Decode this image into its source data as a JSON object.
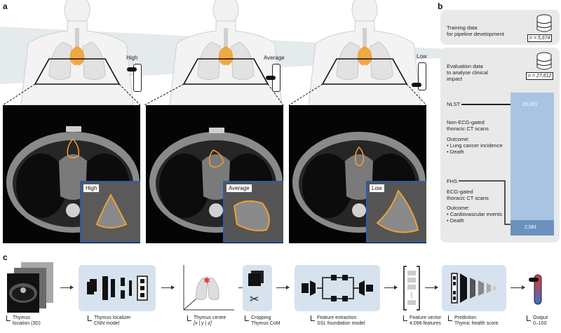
{
  "panel_a": {
    "letter": "a",
    "levels": [
      {
        "label": "High",
        "inset_label": "High"
      },
      {
        "label": "Average",
        "inset_label": "Average"
      },
      {
        "label": "Low",
        "inset_label": "Low"
      }
    ]
  },
  "panel_b": {
    "letter": "b",
    "training_text_1": "Training data",
    "training_text_2": "for pipeline development",
    "training_n": "n = 5,674",
    "eval_text_1": "Evaluation data",
    "eval_text_2": "to analyse clinical",
    "eval_text_3": "impact",
    "eval_n": "n = 27,612",
    "nlst": {
      "name": "NLST",
      "desc_1": "Non-ECG-gated",
      "desc_2": "thoracic CT scans",
      "outcome": "Outcome:",
      "bullet_1": "• Lung cancer incidence",
      "bullet_2": "• Death",
      "value": "25,031"
    },
    "fhs": {
      "name": "FHS",
      "desc_1": "ECG-gated",
      "desc_2": "thoracic CT scans",
      "outcome": "Outcome:",
      "bullet_1": "• Cardiovascular events",
      "bullet_2": "• Death",
      "value": "2,581"
    }
  },
  "panel_c": {
    "letter": "c",
    "steps": [
      {
        "line1": "Thymus",
        "line2": "location (3D)"
      },
      {
        "line1": "Thymus localizer",
        "line2": "CNN model"
      },
      {
        "line1": "Thymus centre",
        "line2": "[x | y | z]"
      },
      {
        "line1": "Cropping",
        "line2": "Thymus CoM"
      },
      {
        "line1": "Feature extraction",
        "line2": "SSL foundation model"
      },
      {
        "line1": "Feature vector",
        "line2": "4,096 features"
      },
      {
        "line1": "Prediction",
        "line2": "Thymic health score"
      },
      {
        "line1": "Output",
        "line2": "0–100"
      }
    ]
  },
  "colors": {
    "accent_blue": "#2f5aa8",
    "thymus_orange": "#f0a030",
    "bar_light": "#a9c4e2",
    "bar_dark": "#6b91bf",
    "step_bg": "#d6e2ee"
  }
}
